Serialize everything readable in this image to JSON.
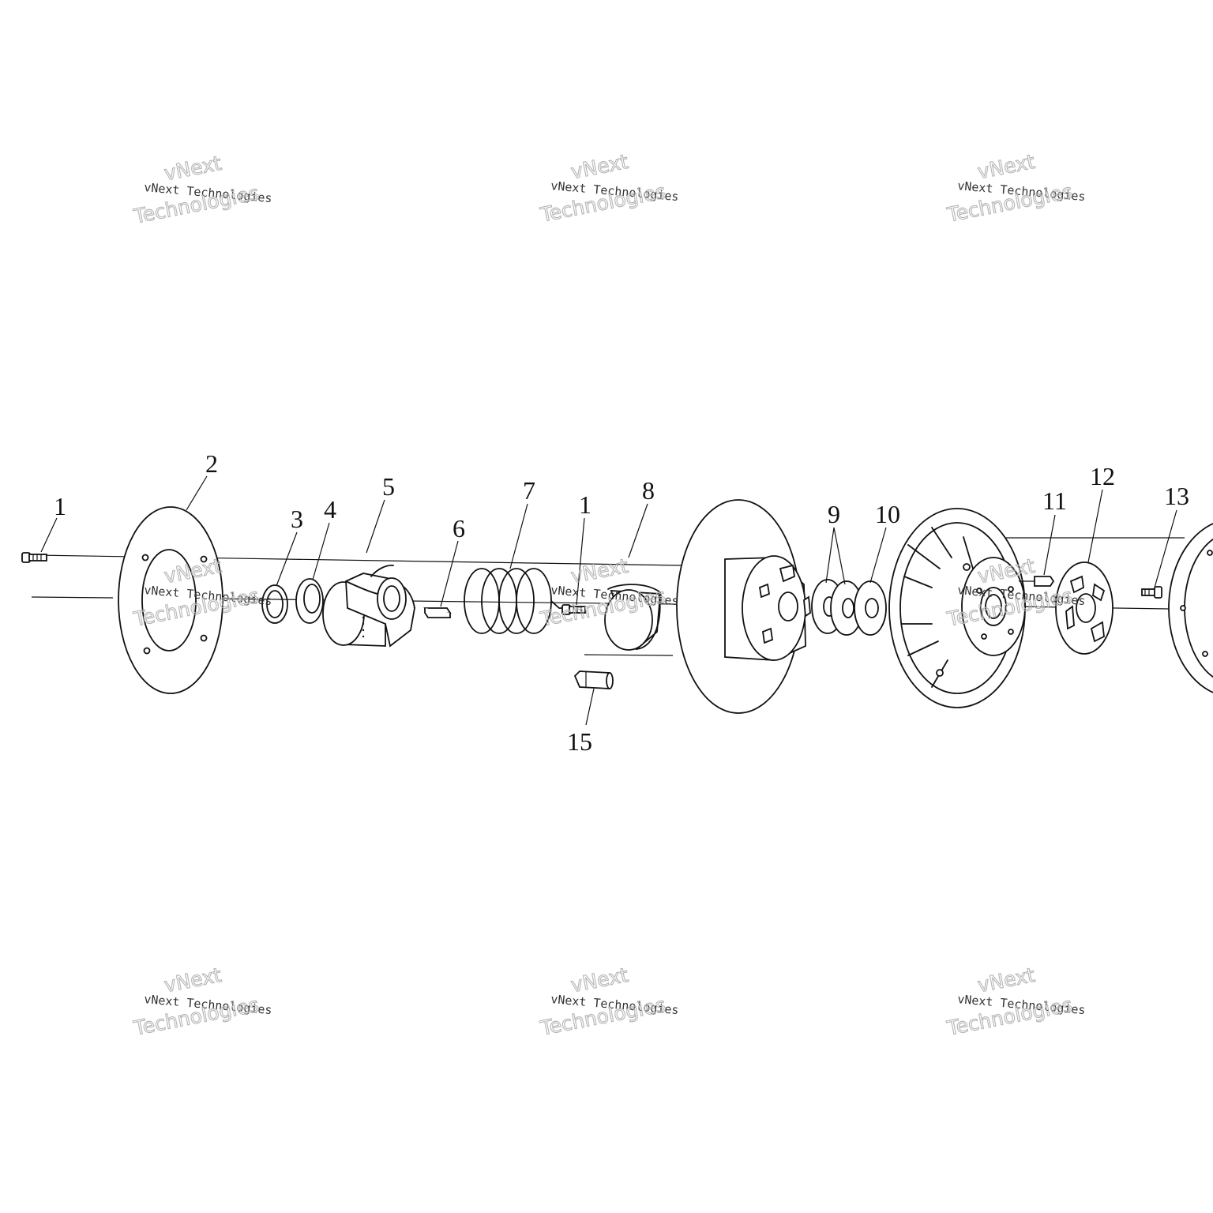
{
  "diagram": {
    "callouts": [
      "1",
      "2",
      "3",
      "4",
      "5",
      "6",
      "7",
      "1",
      "8",
      "9",
      "10",
      "11",
      "12",
      "13",
      "15"
    ]
  },
  "watermark": {
    "line_small": "vNext Technologies",
    "line_big_1": "vNext",
    "line_big_2": "Technologies"
  }
}
